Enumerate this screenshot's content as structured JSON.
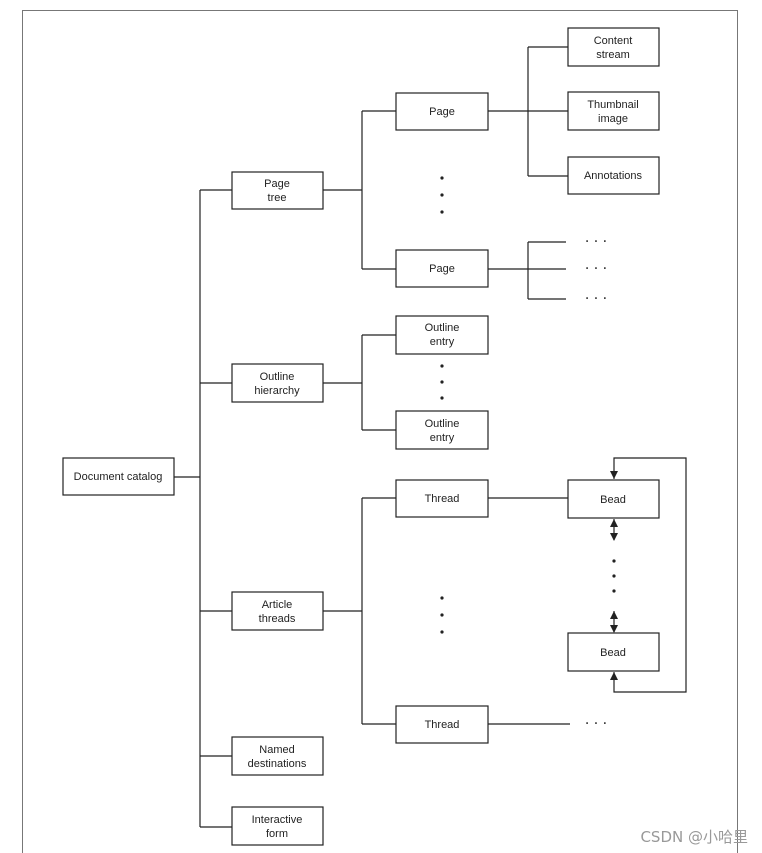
{
  "diagram": {
    "root": "Document catalog",
    "level1": {
      "page_tree": [
        "Page",
        "tree"
      ],
      "outline_hierarchy": [
        "Outline",
        "hierarchy"
      ],
      "article_threads": [
        "Article",
        "threads"
      ],
      "named_destinations": [
        "Named",
        "destinations"
      ],
      "interactive_form": [
        "Interactive",
        "form"
      ]
    },
    "pages": {
      "page_label": "Page"
    },
    "page_children": {
      "content_stream": [
        "Content",
        "stream"
      ],
      "thumbnail_image": [
        "Thumbnail",
        "image"
      ],
      "annotations": "Annotations"
    },
    "outline": {
      "entry": [
        "Outline",
        "entry"
      ]
    },
    "threads": {
      "thread_label": "Thread"
    },
    "beads": {
      "bead_label": "Bead"
    },
    "ellipsis": "· · ·"
  },
  "watermark": "CSDN @小哈里"
}
